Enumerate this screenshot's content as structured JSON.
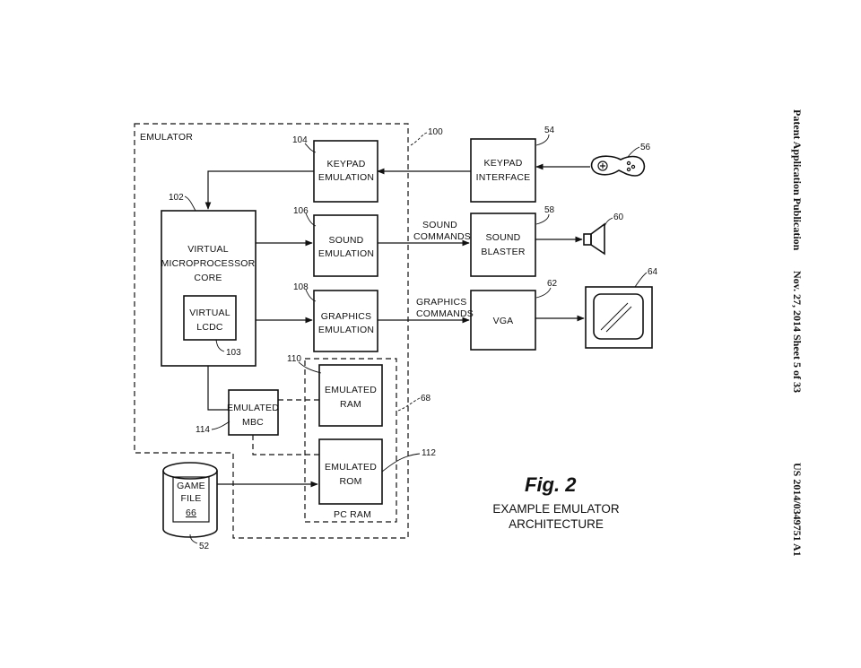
{
  "header": {
    "publication": "Patent Application Publication",
    "date_sheet": "Nov. 27, 2014  Sheet 5 of 33",
    "number": "US 2014/0349751 A1"
  },
  "figure": {
    "number": "Fig.  2",
    "caption_line1": "EXAMPLE EMULATOR",
    "caption_line2": "ARCHITECTURE"
  },
  "regions": {
    "emulator": "EMULATOR",
    "pc_ram": "PC RAM"
  },
  "blocks": {
    "keypad_emulation": [
      "KEYPAD",
      "EMULATION"
    ],
    "sound_emulation": [
      "SOUND",
      "EMULATION"
    ],
    "graphics_emulation": [
      "GRAPHICS",
      "EMULATION"
    ],
    "virtual_core": [
      "VIRTUAL",
      "MICROPROCESSOR",
      "CORE"
    ],
    "virtual_lcdc": [
      "VIRTUAL",
      "LCDC"
    ],
    "emulated_mbc": [
      "EMULATED",
      "MBC"
    ],
    "emulated_ram": [
      "EMULATED",
      "RAM"
    ],
    "emulated_rom": [
      "EMULATED",
      "ROM"
    ],
    "keypad_interface": [
      "KEYPAD",
      "INTERFACE"
    ],
    "sound_blaster": [
      "SOUND",
      "BLASTER"
    ],
    "vga": [
      "VGA"
    ],
    "game_file": [
      "GAME",
      "FILE"
    ],
    "game_file_ref": "66"
  },
  "signals": {
    "sound_commands": [
      "SOUND",
      "COMMANDS"
    ],
    "graphics_commands": [
      "GRAPHICS",
      "COMMANDS"
    ]
  },
  "refs": {
    "r100": "100",
    "r102": "102",
    "r103": "103",
    "r104": "104",
    "r106": "106",
    "r108": "108",
    "r110": "110",
    "r112": "112",
    "r114": "114",
    "r52": "52",
    "r54": "54",
    "r56": "56",
    "r58": "58",
    "r60": "60",
    "r62": "62",
    "r64": "64",
    "r68": "68"
  }
}
